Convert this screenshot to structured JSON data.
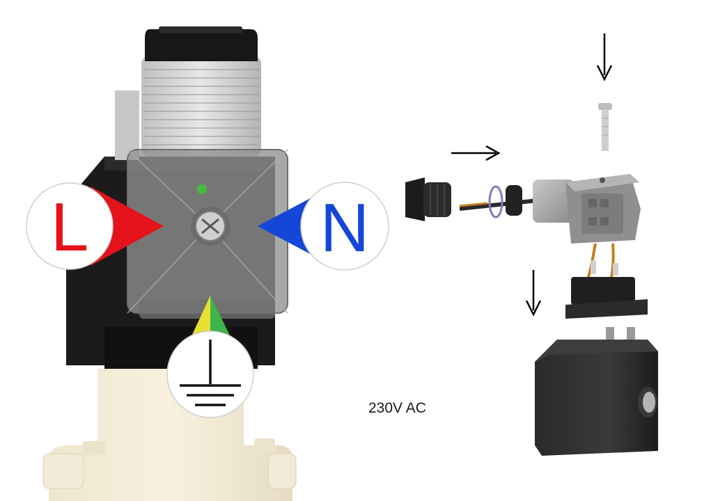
{
  "labels": {
    "line": "L",
    "neutral": "N",
    "voltage": "230V AC"
  },
  "icons": {
    "line_marker": "red-arrow-pointer",
    "neutral_marker": "blue-arrow-pointer",
    "earth_marker": "earth-ground-icon",
    "flow_arrows": "black-arrow"
  },
  "colors": {
    "line": "#e3121b",
    "neutral": "#1446d8",
    "earth_yellow": "#e8e030",
    "earth_green": "#3cb54a"
  }
}
